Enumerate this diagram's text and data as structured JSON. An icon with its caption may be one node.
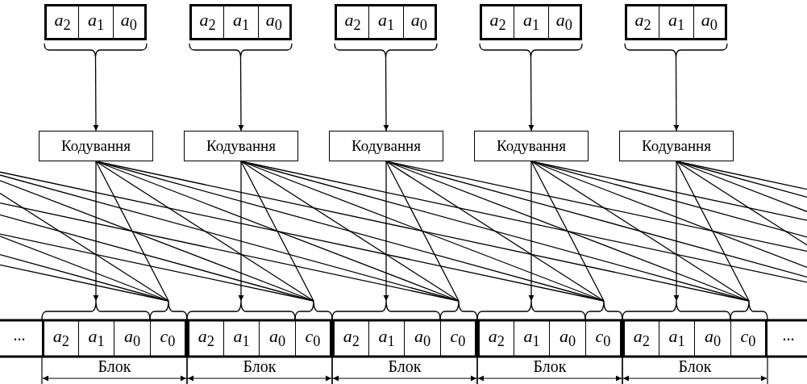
{
  "diagram": {
    "nodes": [
      {
        "text": [
          "*a*$_{2}$",
          "*a*$_{1}$",
          "*a*$_{0}$"
        ]
      },
      {
        "text": [
          "*a*$_{2}$",
          "*a*$_{1}$",
          "*a*$_{0}$"
        ]
      },
      {
        "text": [
          "*a*$_{2}$",
          "*a*$_{1}$",
          "*a*$_{0}$"
        ]
      },
      {
        "text": [
          "*a*$_{2}$",
          "*a*$_{1}$",
          "*a*$_{0}$"
        ]
      },
      {
        "text": [
          "*a*$_{2}$",
          "*a*$_{1}$",
          "*a*$_{0}$"
        ]
      },
      {
        "text": [
          "Кодування"
        ]
      },
      {
        "text": [
          "Кодування"
        ]
      },
      {
        "text": [
          "Кодування"
        ]
      },
      {
        "text": [
          "Кодування"
        ]
      },
      {
        "text": [
          "Кодування"
        ]
      },
      {
        "text": [
          "*a*$_{2}$",
          "*a*$_{1}$",
          "*a*$_{0}$"
        ]
      },
      {
        "text": [
          "*c*$_{0}$"
        ]
      },
      {
        "text": [
          "*a*$_{2}$",
          "*a*$_{1}$",
          "*a*$_{0}$"
        ]
      },
      {
        "text": [
          "*c*$_{0}$"
        ]
      },
      {
        "text": [
          "*a*$_{2}$",
          "*a*$_{1}$",
          "*a*$_{0}$"
        ]
      },
      {
        "text": [
          "*c*$_{0}$"
        ]
      },
      {
        "text": [
          "*a*$_{2}$",
          "*a*$_{1}$",
          "*a*$_{0}$"
        ]
      },
      {
        "text": [
          "*c*$_{0}$"
        ]
      },
      {
        "text": [
          "*a*$_{2}$",
          "*a*$_{1}$",
          "*a*$_{0}$"
        ]
      },
      {
        "text": [
          "*c*$_{0}$"
        ]
      }
    ],
    "edges": [
      {
        "from": 0,
        "to": 5,
        "arrow": "to"
      },
      {
        "from": 1,
        "to": 6,
        "arrow": "to"
      },
      {
        "from": 2,
        "to": 7,
        "arrow": "to"
      },
      {
        "from": 3,
        "to": 8,
        "arrow": "to"
      },
      {
        "from": 4,
        "to": 9,
        "arrow": "to"
      },
      {
        "from": 5,
        "to": 10,
        "arrow": "to"
      },
      {
        "from": 6,
        "to": 12,
        "arrow": "to"
      },
      {
        "from": 7,
        "to": 14,
        "arrow": "to"
      },
      {
        "from": 8,
        "to": 16,
        "arrow": "to"
      },
      {
        "from": 9,
        "to": 18,
        "arrow": "to"
      },
      {
        "from": null,
        "to": 11,
        "arrow": "none"
      },
      {
        "from": null,
        "to": 11,
        "arrow": "none"
      },
      {
        "from": null,
        "to": 11,
        "arrow": "none"
      },
      {
        "from": null,
        "to": 11,
        "arrow": "none"
      },
      {
        "from": 5,
        "to": 11,
        "arrow": "none"
      },
      {
        "from": null,
        "to": 13,
        "arrow": "none"
      },
      {
        "from": null,
        "to": 13,
        "arrow": "none"
      },
      {
        "from": null,
        "to": 13,
        "arrow": "none"
      },
      {
        "from": 5,
        "to": 13,
        "arrow": "none"
      },
      {
        "from": 6,
        "to": 13,
        "arrow": "none"
      },
      {
        "from": null,
        "to": 15,
        "arrow": "none"
      },
      {
        "from": null,
        "to": 15,
        "arrow": "none"
      },
      {
        "from": 5,
        "to": 15,
        "arrow": "none"
      },
      {
        "from": 6,
        "to": 15,
        "arrow": "none"
      },
      {
        "from": 7,
        "to": 15,
        "arrow": "none"
      },
      {
        "from": null,
        "to": 17,
        "arrow": "none"
      },
      {
        "from": 5,
        "to": 17,
        "arrow": "none"
      },
      {
        "from": 6,
        "to": 17,
        "arrow": "none"
      },
      {
        "from": 7,
        "to": 17,
        "arrow": "none"
      },
      {
        "from": 8,
        "to": 17,
        "arrow": "none"
      },
      {
        "from": 5,
        "to": 19,
        "arrow": "none"
      },
      {
        "from": 6,
        "to": 19,
        "arrow": "none"
      },
      {
        "from": 7,
        "to": 19,
        "arrow": "none"
      },
      {
        "from": 8,
        "to": 19,
        "arrow": "none"
      },
      {
        "from": 9,
        "to": 19,
        "arrow": "none"
      },
      {
        "from": 6,
        "to": null,
        "arrow": "none"
      },
      {
        "from": 7,
        "to": null,
        "arrow": "none"
      },
      {
        "from": 7,
        "to": null,
        "arrow": "none"
      },
      {
        "from": 8,
        "to": null,
        "arrow": "none"
      },
      {
        "from": 8,
        "to": null,
        "arrow": "none"
      },
      {
        "from": 8,
        "to": null,
        "arrow": "none"
      },
      {
        "from": 9,
        "to": null,
        "arrow": "none"
      },
      {
        "from": 9,
        "to": null,
        "arrow": "none"
      },
      {
        "from": 9,
        "to": null,
        "arrow": "none"
      },
      {
        "from": 9,
        "to": null,
        "arrow": "none"
      }
    ],
    "labels": [
      "...",
      "...",
      "Блок",
      "Блок",
      "Блок",
      "Блок",
      "Блок"
    ]
  }
}
